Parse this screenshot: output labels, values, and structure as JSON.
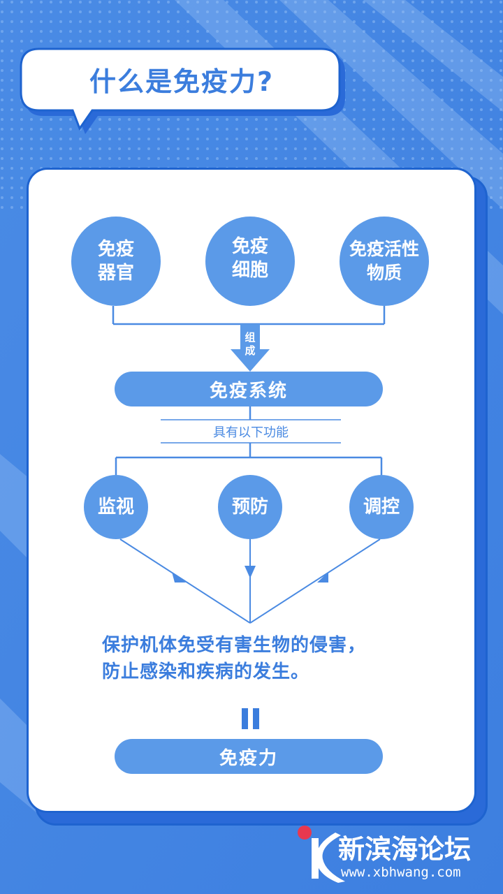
{
  "title": "什么是免疫力?",
  "components": [
    {
      "label": "免疫\n器官"
    },
    {
      "label": "免疫\n细胞"
    },
    {
      "label": "免疫活性\n物质"
    }
  ],
  "composed_label": "组\n成",
  "system_label": "免疫系统",
  "functions_label": "具有以下功能",
  "functions": [
    {
      "label": "监视"
    },
    {
      "label": "预防"
    },
    {
      "label": "调控"
    }
  ],
  "statement": "保护机体免受有害生物的侵害，\n防止感染和疾病的发生。",
  "equals_sign": "=",
  "result_label": "免疫力",
  "brand": {
    "name": "新滨海论坛",
    "url": "www.xbhwang.com"
  },
  "colors": {
    "background": "#4f8fe6",
    "accent": "#5b9ae8",
    "dark_accent": "#1e63cf",
    "card": "#ffffff",
    "logo_red": "#e8384f"
  }
}
